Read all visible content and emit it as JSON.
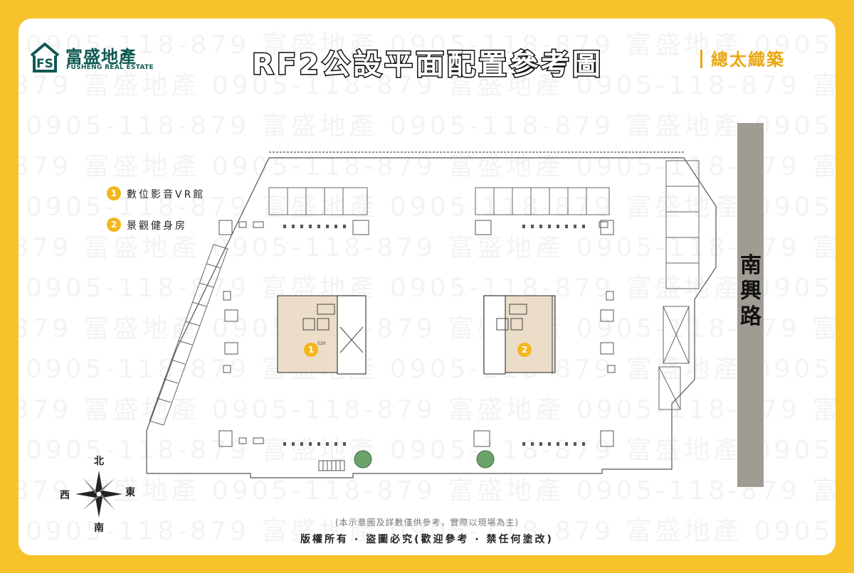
{
  "brand": {
    "name_cn": "富盛地產",
    "name_en": "FUSHENG REAL ESTATE",
    "color": "#0F5A52"
  },
  "title": "RF2公設平面配置參考圖",
  "builder": "總太織築",
  "legend": [
    {
      "number": "1",
      "label": "數位影音VR館"
    },
    {
      "number": "2",
      "label": "景觀健身房"
    }
  ],
  "road_label": "南興路",
  "room_markers": [
    {
      "number": "1",
      "label": "數位影音VR館"
    },
    {
      "number": "2",
      "label": "景觀健身房"
    }
  ],
  "room_tag": "520",
  "compass": {
    "north": "北",
    "south": "南",
    "east": "東",
    "west": "西"
  },
  "watermark": {
    "brand": "富盛地產",
    "phone": "0905-118-879"
  },
  "disclaimer": "(本示意圖及詳數僅供參考，實際以現場為主)",
  "copyright": "版權所有 · 盜圖必究(歡迎參考 · 禁任何塗改)",
  "colors": {
    "frame": "#F7C22A",
    "accent": "#F3B71C",
    "room_fill": "#EBDDC8",
    "road": "#A09B93",
    "builder": "#E9A713"
  }
}
